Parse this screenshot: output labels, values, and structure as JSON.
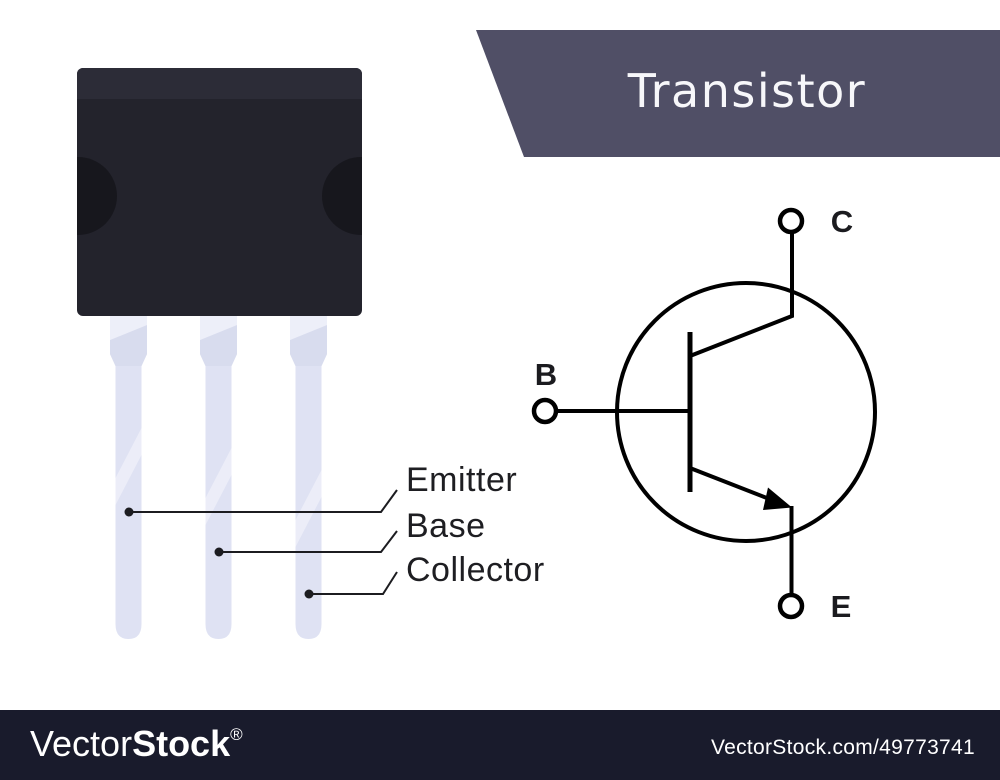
{
  "banner": {
    "title": "Transistor"
  },
  "colors": {
    "banner_bg": "#504f66",
    "banner_text": "#f7f7fa",
    "body": "#23232c",
    "body_top": "#2c2c37",
    "hole": "#17171d",
    "leg": "#dfe2f3",
    "leg_light": "#edeff9",
    "leg_shade": "#d8dcee",
    "leader_line": "#1c1c20",
    "label_text": "#1e1e22",
    "symbol_stroke": "#000000",
    "footer_bg": "#191b2c",
    "footer_text": "#ffffff"
  },
  "pin_labels": [
    {
      "label": "Emitter"
    },
    {
      "label": "Base"
    },
    {
      "label": "Collector"
    }
  ],
  "symbol_terminals": {
    "collector": "C",
    "base": "B",
    "emitter": "E"
  },
  "footer": {
    "brand_light": "Vector",
    "brand_bold": "Stock",
    "registered": "®",
    "credit": "VectorStock.com/49773741"
  }
}
